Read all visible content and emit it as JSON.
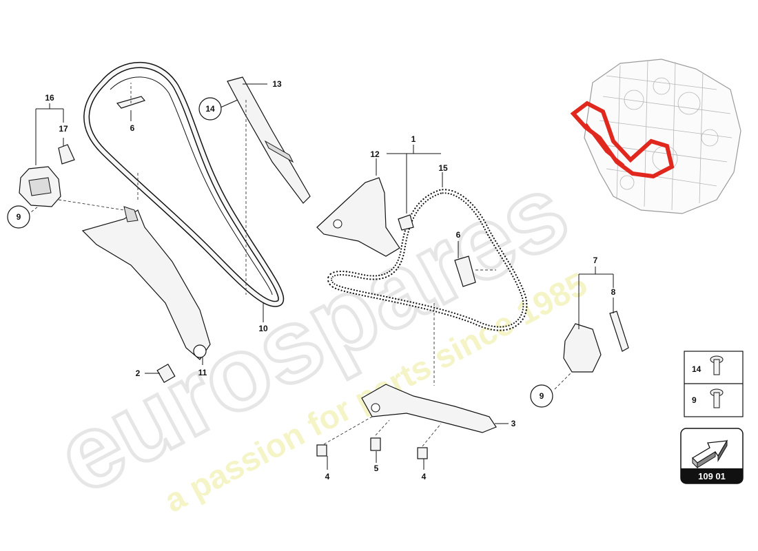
{
  "callouts": {
    "c1": "1",
    "c2": "2",
    "c3": "3",
    "c4a": "4",
    "c4b": "4",
    "c5": "5",
    "c6a": "6",
    "c6b": "6",
    "c7": "7",
    "c8": "8",
    "c9a": "9",
    "c9b": "9",
    "c10": "10",
    "c11": "11",
    "c12": "12",
    "c13": "13",
    "c14": "14",
    "c15": "15",
    "c16": "16",
    "c17": "17"
  },
  "legend": {
    "item_14": "14",
    "item_9": "9"
  },
  "page_ref": {
    "code": "109 01"
  },
  "watermark": {
    "brand": "eurospares",
    "tagline": "a passion for parts since 1985"
  },
  "colors": {
    "highlight": "#e0281e",
    "watermark": "#e9e9e9",
    "tagline": "#f3f3c0",
    "ink": "#111111"
  },
  "icons": {
    "page_arrow": "arrow-icon",
    "bolt": "bolt-icon"
  }
}
